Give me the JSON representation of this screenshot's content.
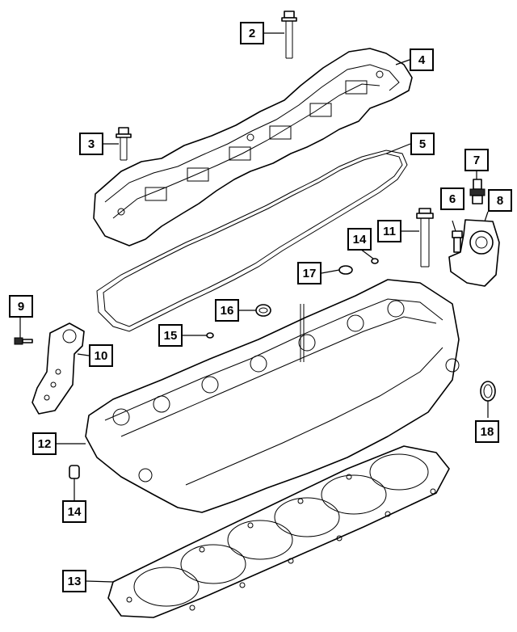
{
  "diagram": {
    "callouts": [
      {
        "id": "c2",
        "label": "2"
      },
      {
        "id": "c4",
        "label": "4"
      },
      {
        "id": "c3",
        "label": "3"
      },
      {
        "id": "c5",
        "label": "5"
      },
      {
        "id": "c7",
        "label": "7"
      },
      {
        "id": "c6",
        "label": "6"
      },
      {
        "id": "c8",
        "label": "8"
      },
      {
        "id": "c11",
        "label": "11"
      },
      {
        "id": "c14a",
        "label": "14"
      },
      {
        "id": "c17",
        "label": "17"
      },
      {
        "id": "c9",
        "label": "9"
      },
      {
        "id": "c16",
        "label": "16"
      },
      {
        "id": "c15",
        "label": "15"
      },
      {
        "id": "c10",
        "label": "10"
      },
      {
        "id": "c18",
        "label": "18"
      },
      {
        "id": "c12",
        "label": "12"
      },
      {
        "id": "c14b",
        "label": "14"
      },
      {
        "id": "c13",
        "label": "13"
      }
    ]
  }
}
